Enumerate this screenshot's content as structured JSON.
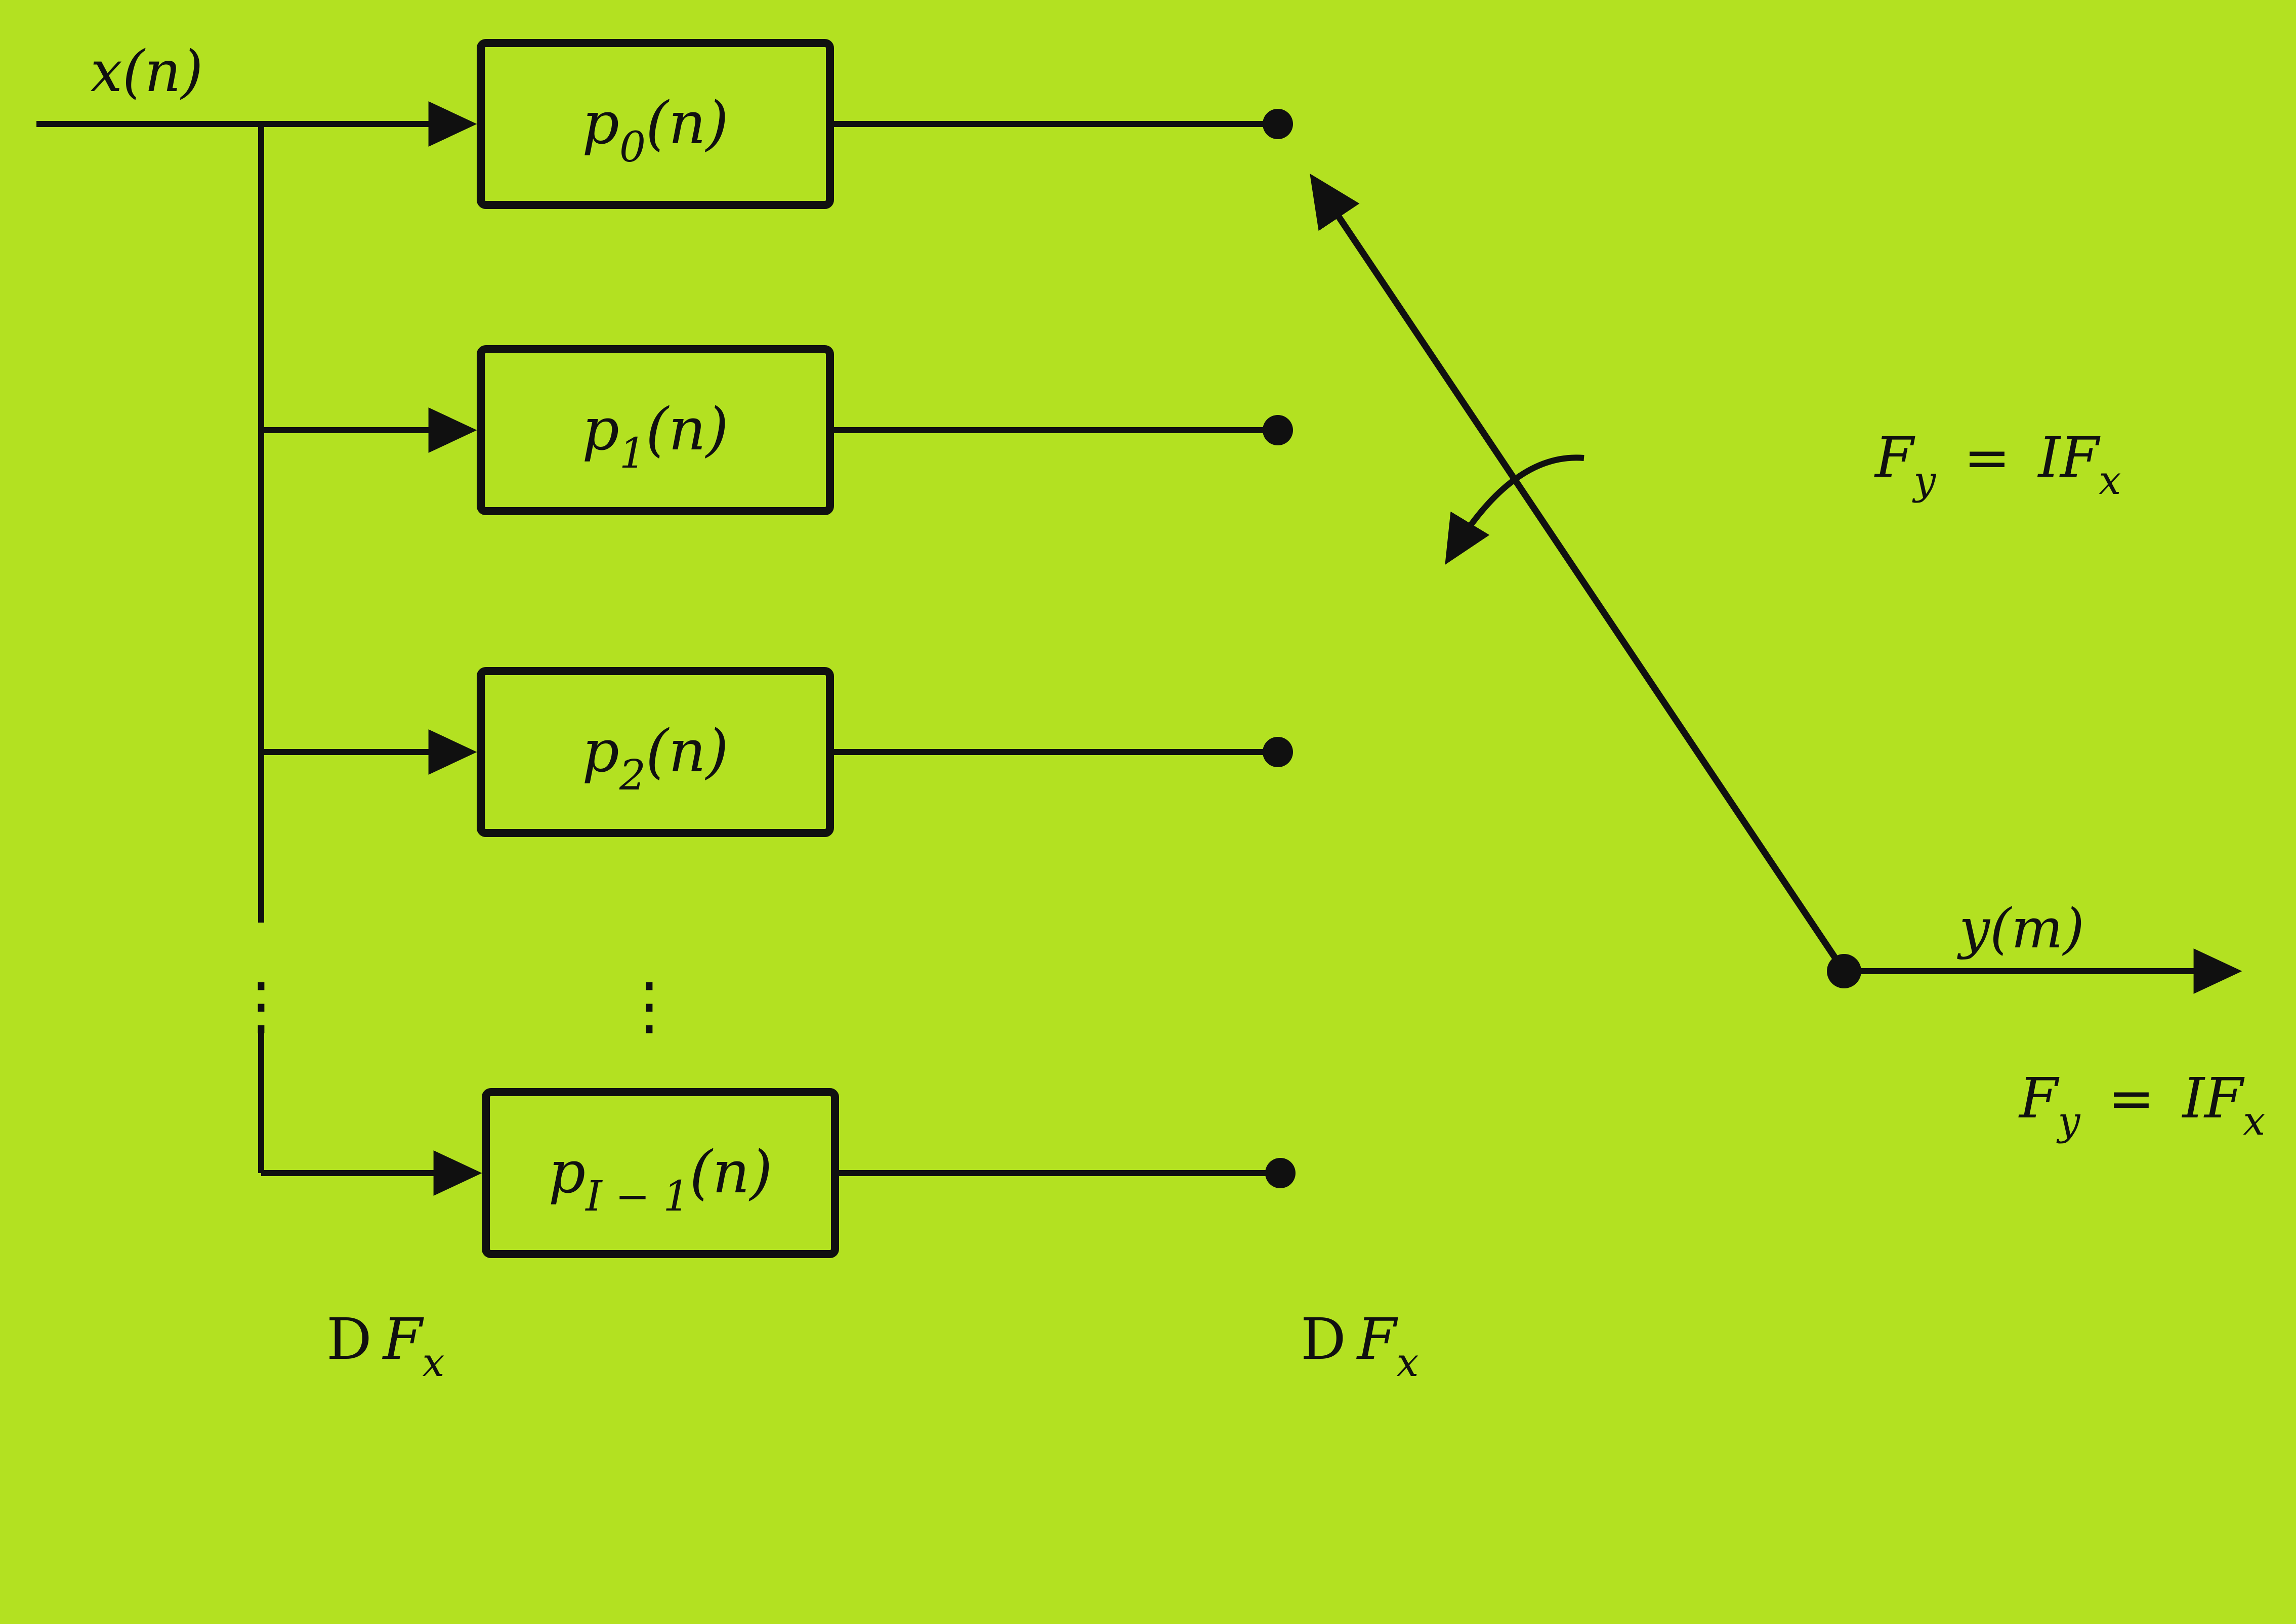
{
  "colors": {
    "background": "#b3e121",
    "ink": "#101010"
  },
  "signals": {
    "input": "x(n)",
    "output": "y(m)"
  },
  "filters": [
    {
      "base": "p",
      "sub": "0",
      "args": "(n)"
    },
    {
      "base": "p",
      "sub": "1",
      "args": "(n)"
    },
    {
      "base": "p",
      "sub": "2",
      "args": "(n)"
    },
    {
      "base": "p",
      "sub": "I − 1",
      "args": "(n)"
    }
  ],
  "ellipsis": "⋮",
  "rates": {
    "branch_column": {
      "prefix": "D",
      "base": "F",
      "sub": "x"
    },
    "tap_column": {
      "prefix": "D",
      "base": "F",
      "sub": "x"
    },
    "output_top": {
      "lhs_base": "F",
      "lhs_sub": "y",
      "equals": "=",
      "rhs_base": "IF",
      "rhs_sub": "x"
    },
    "output_bottom": {
      "lhs_base": "F",
      "lhs_sub": "y",
      "equals": "=",
      "rhs_base": "IF",
      "rhs_sub": "x"
    }
  }
}
